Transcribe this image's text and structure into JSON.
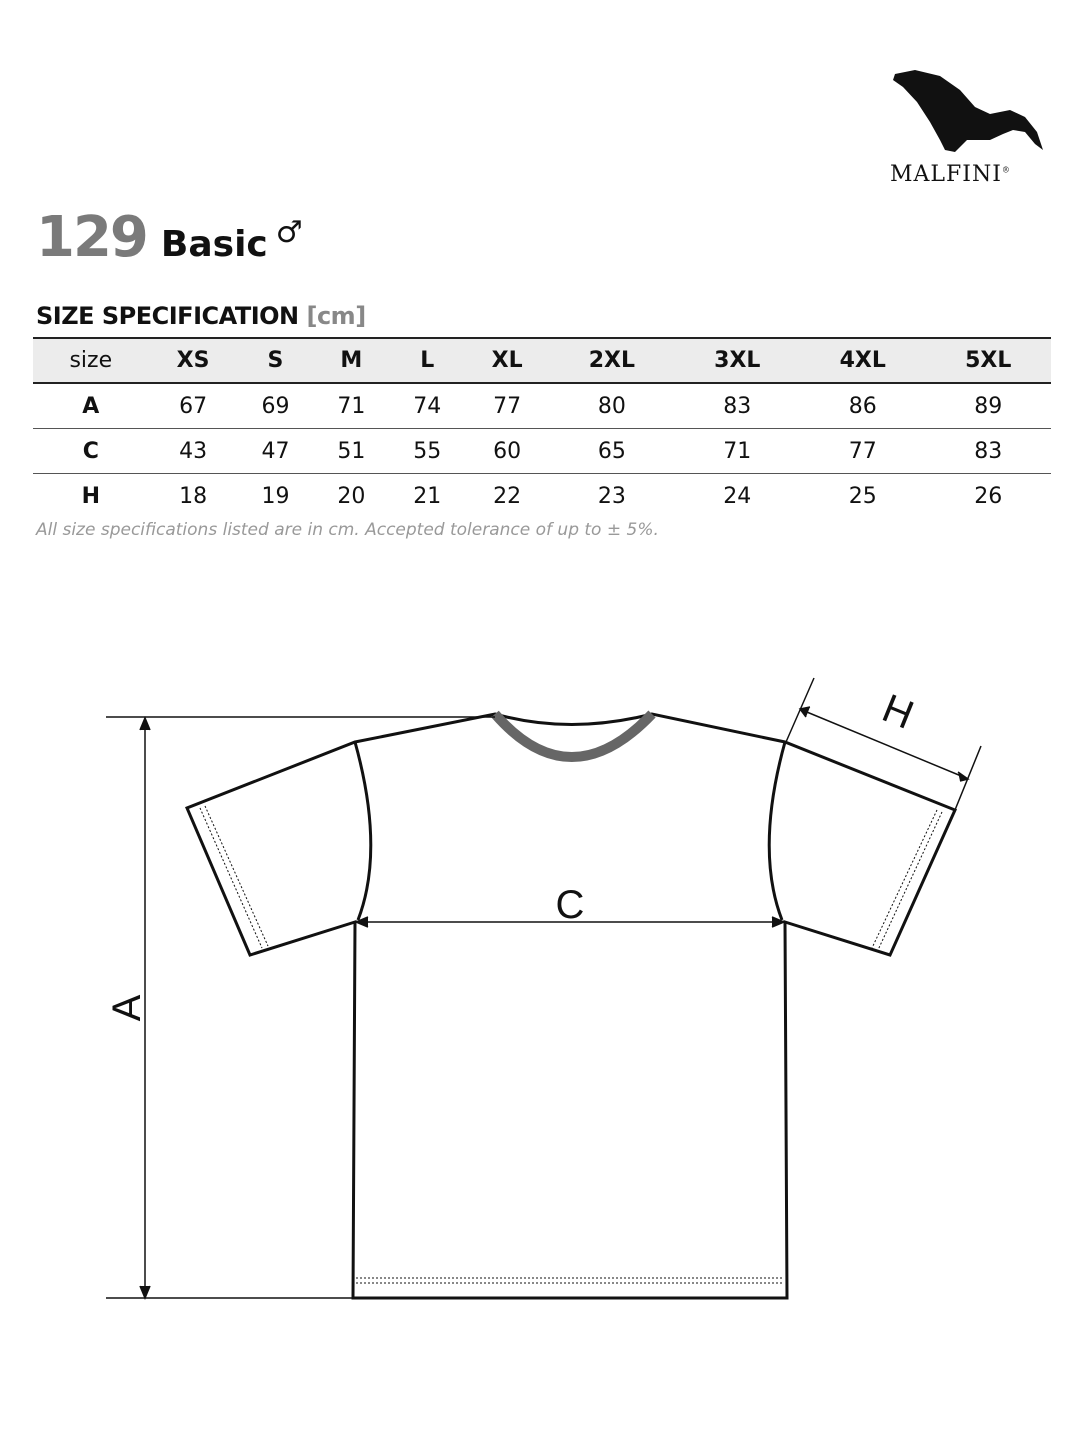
{
  "brand": {
    "name": "MALFINI",
    "registered": "®"
  },
  "product": {
    "number": "129",
    "name": "Basic",
    "gender_symbol": "♂"
  },
  "spec": {
    "title": "SIZE SPECIFICATION",
    "unit": "[cm]"
  },
  "table": {
    "header": [
      "size",
      "XS",
      "S",
      "M",
      "L",
      "XL",
      "2XL",
      "3XL",
      "4XL",
      "5XL"
    ],
    "rows": [
      {
        "label": "A",
        "values": [
          "67",
          "69",
          "71",
          "74",
          "77",
          "80",
          "83",
          "86",
          "89"
        ]
      },
      {
        "label": "C",
        "values": [
          "43",
          "47",
          "51",
          "55",
          "60",
          "65",
          "71",
          "77",
          "83"
        ]
      },
      {
        "label": "H",
        "values": [
          "18",
          "19",
          "20",
          "21",
          "22",
          "23",
          "24",
          "25",
          "26"
        ]
      }
    ]
  },
  "note": "All size specifications listed are in cm. Accepted tolerance of up to ± 5%.",
  "diagram": {
    "label_a": "A",
    "label_c": "C",
    "label_h": "H"
  }
}
